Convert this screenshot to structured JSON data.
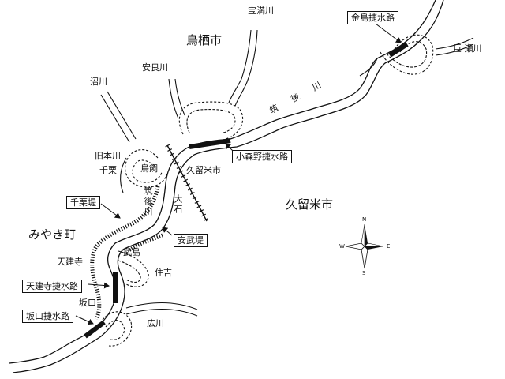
{
  "cities": {
    "tosu": "鳥栖市",
    "kurume_north": "久留米市",
    "kurume_main": "久留米市",
    "miyaki": "みやき町"
  },
  "rivers": {
    "homan": "宝満川",
    "ara": "安良川",
    "numa": "沼川",
    "kyuhon": "旧本川",
    "kose": "巨 瀬川",
    "hiro": "広川",
    "chikugo_upper": "筑 後 川",
    "chikugo_lower": "筑後川"
  },
  "places": {
    "chikuri": "千栗",
    "torikai": "鳥飼",
    "oishi": "大石",
    "takeshima": "武島",
    "sumiyoshi": "住吉",
    "tengenji": "天建寺",
    "sakaguchi": "坂口"
  },
  "boxed_labels": {
    "kanashima": "金島捷水路",
    "komorino": "小森野捷水路",
    "chikuri_tei": "千栗堤",
    "anbu_tei": "安武堤",
    "tengenji_cut": "天建寺捷水路",
    "sakaguchi_cut": "坂口捷水路"
  },
  "compass": {
    "n": "N",
    "e": "E",
    "s": "S",
    "w": "W"
  }
}
